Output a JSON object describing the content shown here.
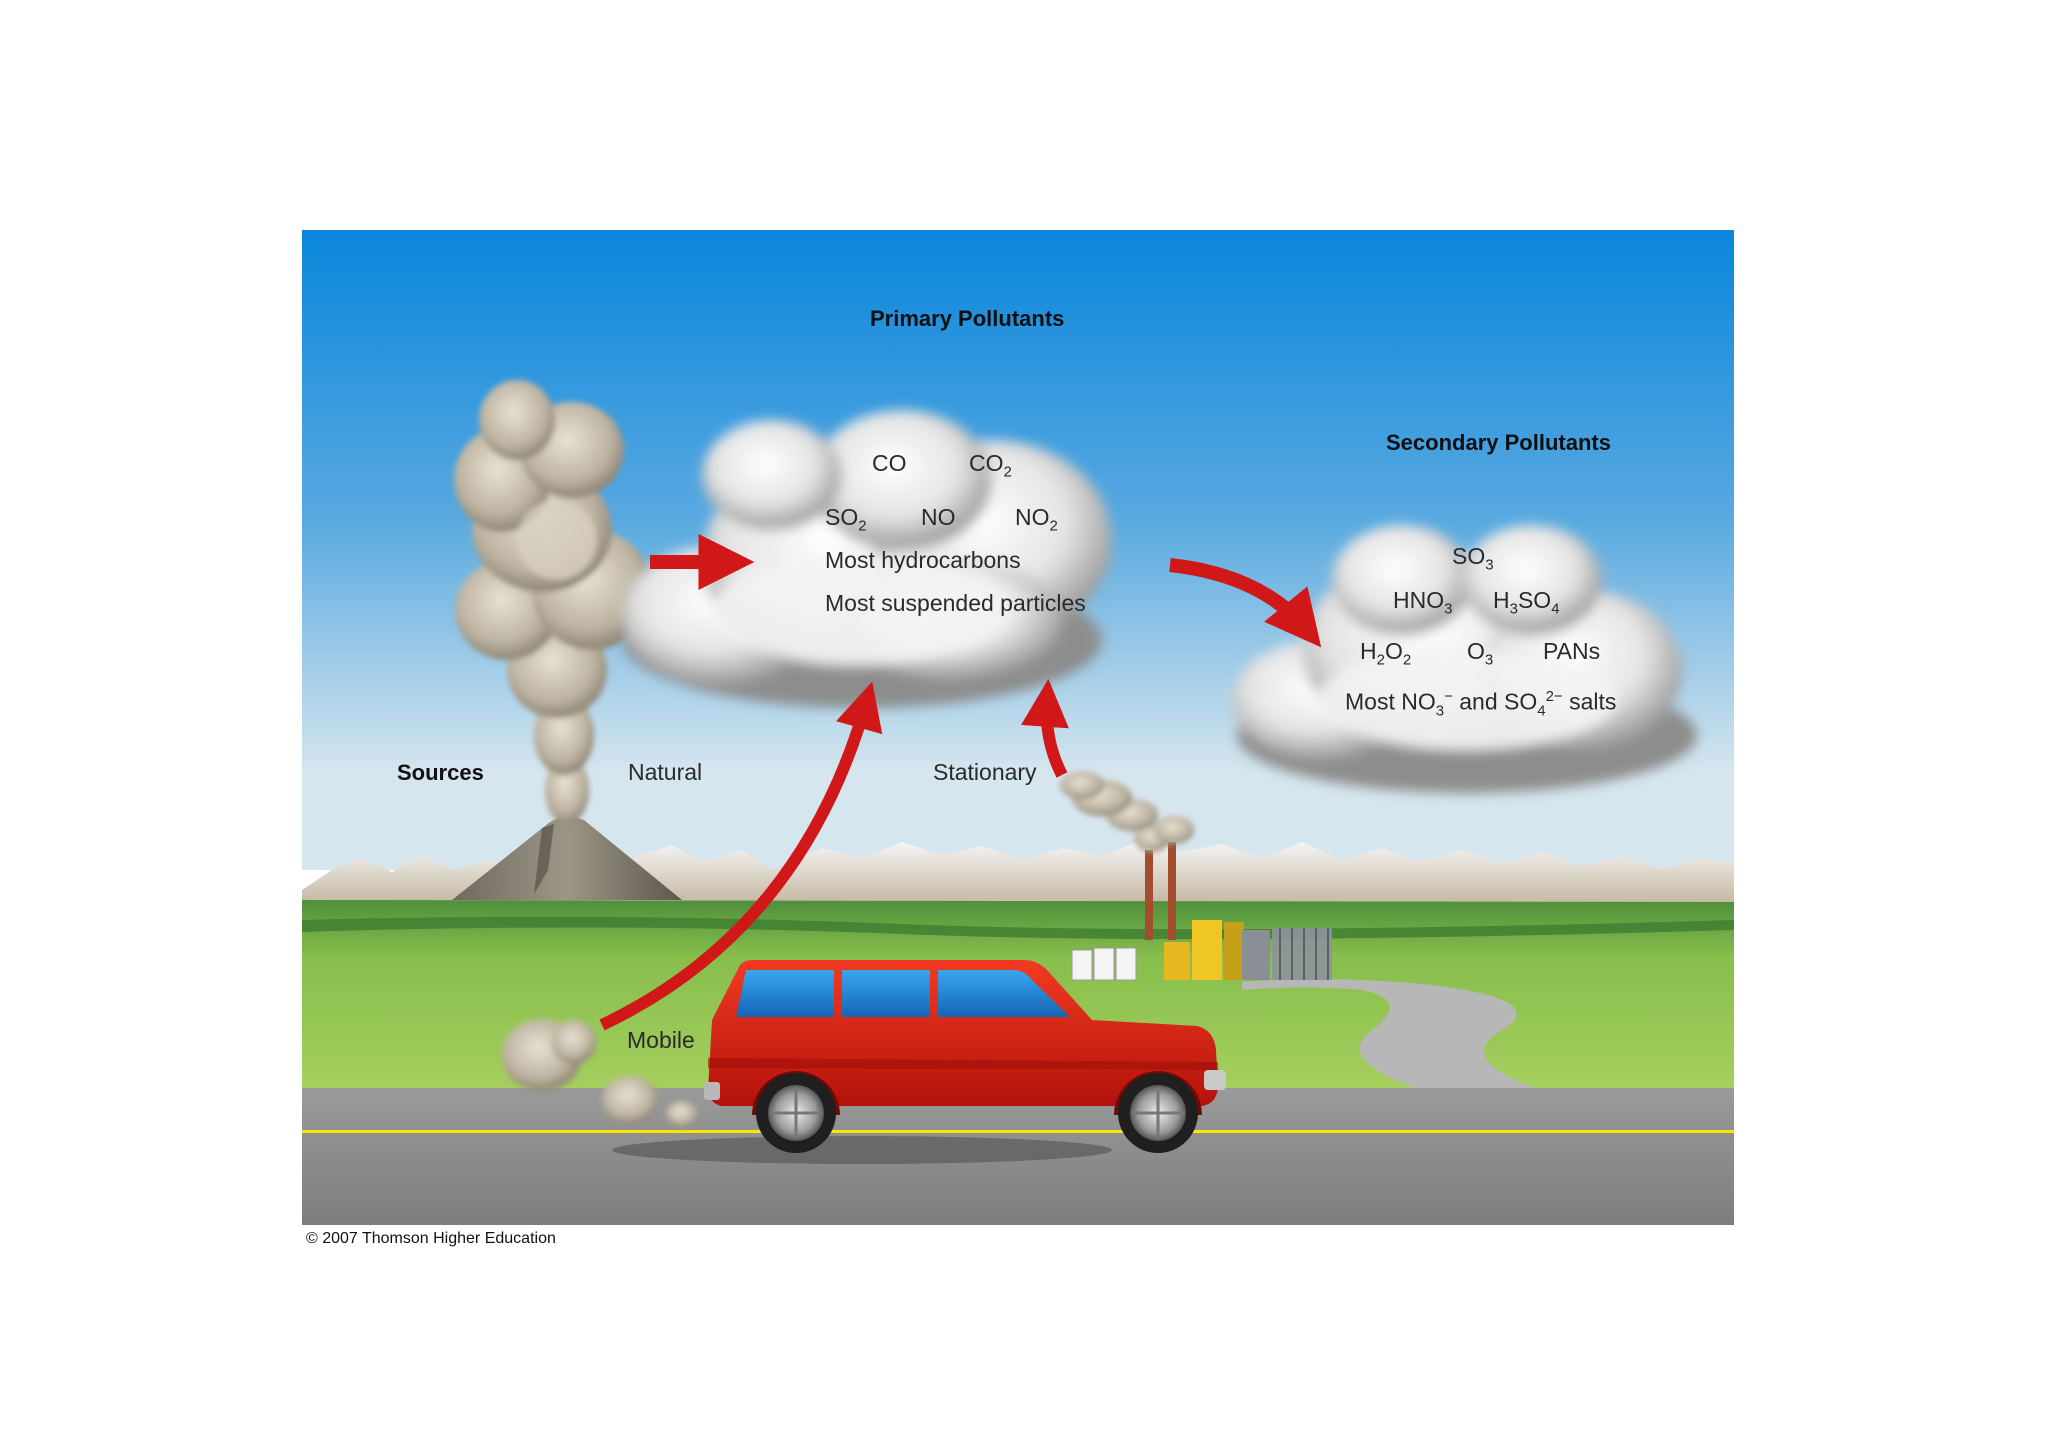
{
  "sources": {
    "title": "Sources",
    "natural": "Natural",
    "stationary": "Stationary",
    "mobile": "Mobile"
  },
  "primary": {
    "title": "Primary Pollutants",
    "co": "CO",
    "co2": {
      "base": "CO",
      "sub": "2"
    },
    "so2": {
      "base": "SO",
      "sub": "2"
    },
    "no": "NO",
    "no2": {
      "base": "NO",
      "sub": "2"
    },
    "hydrocarbons": "Most hydrocarbons",
    "particles": "Most suspended particles"
  },
  "secondary": {
    "title": "Secondary Pollutants",
    "so3": {
      "base": "SO",
      "sub": "3"
    },
    "hno3": {
      "base": "HNO",
      "sub": "3"
    },
    "h3so4": {
      "a": "H",
      "sub1": "3",
      "b": "SO",
      "sub2": "4"
    },
    "h2o2": {
      "a": "H",
      "sub1": "2",
      "b": "O",
      "sub2": "2"
    },
    "o3": {
      "base": "O",
      "sub": "3"
    },
    "pans": "PANs",
    "salts": {
      "a": "Most NO",
      "sub1": "3",
      "sup1": "−",
      "b": " and SO",
      "sub2": "4",
      "sup2": "2−",
      "c": " salts"
    }
  },
  "copyright": "© 2007 Thomson Higher Education",
  "colors": {
    "sky_top": "#0a86dc",
    "sky_bottom": "#cfe3ee",
    "arrow": "#d01818",
    "car_body": "#e11d12",
    "grass": "#8fc24a",
    "road": "#8a8a8a",
    "road_line": "#ffe600"
  },
  "icons": [
    "volcano-icon",
    "factory-icon",
    "car-icon",
    "cloud-icon",
    "arrow-icon"
  ]
}
